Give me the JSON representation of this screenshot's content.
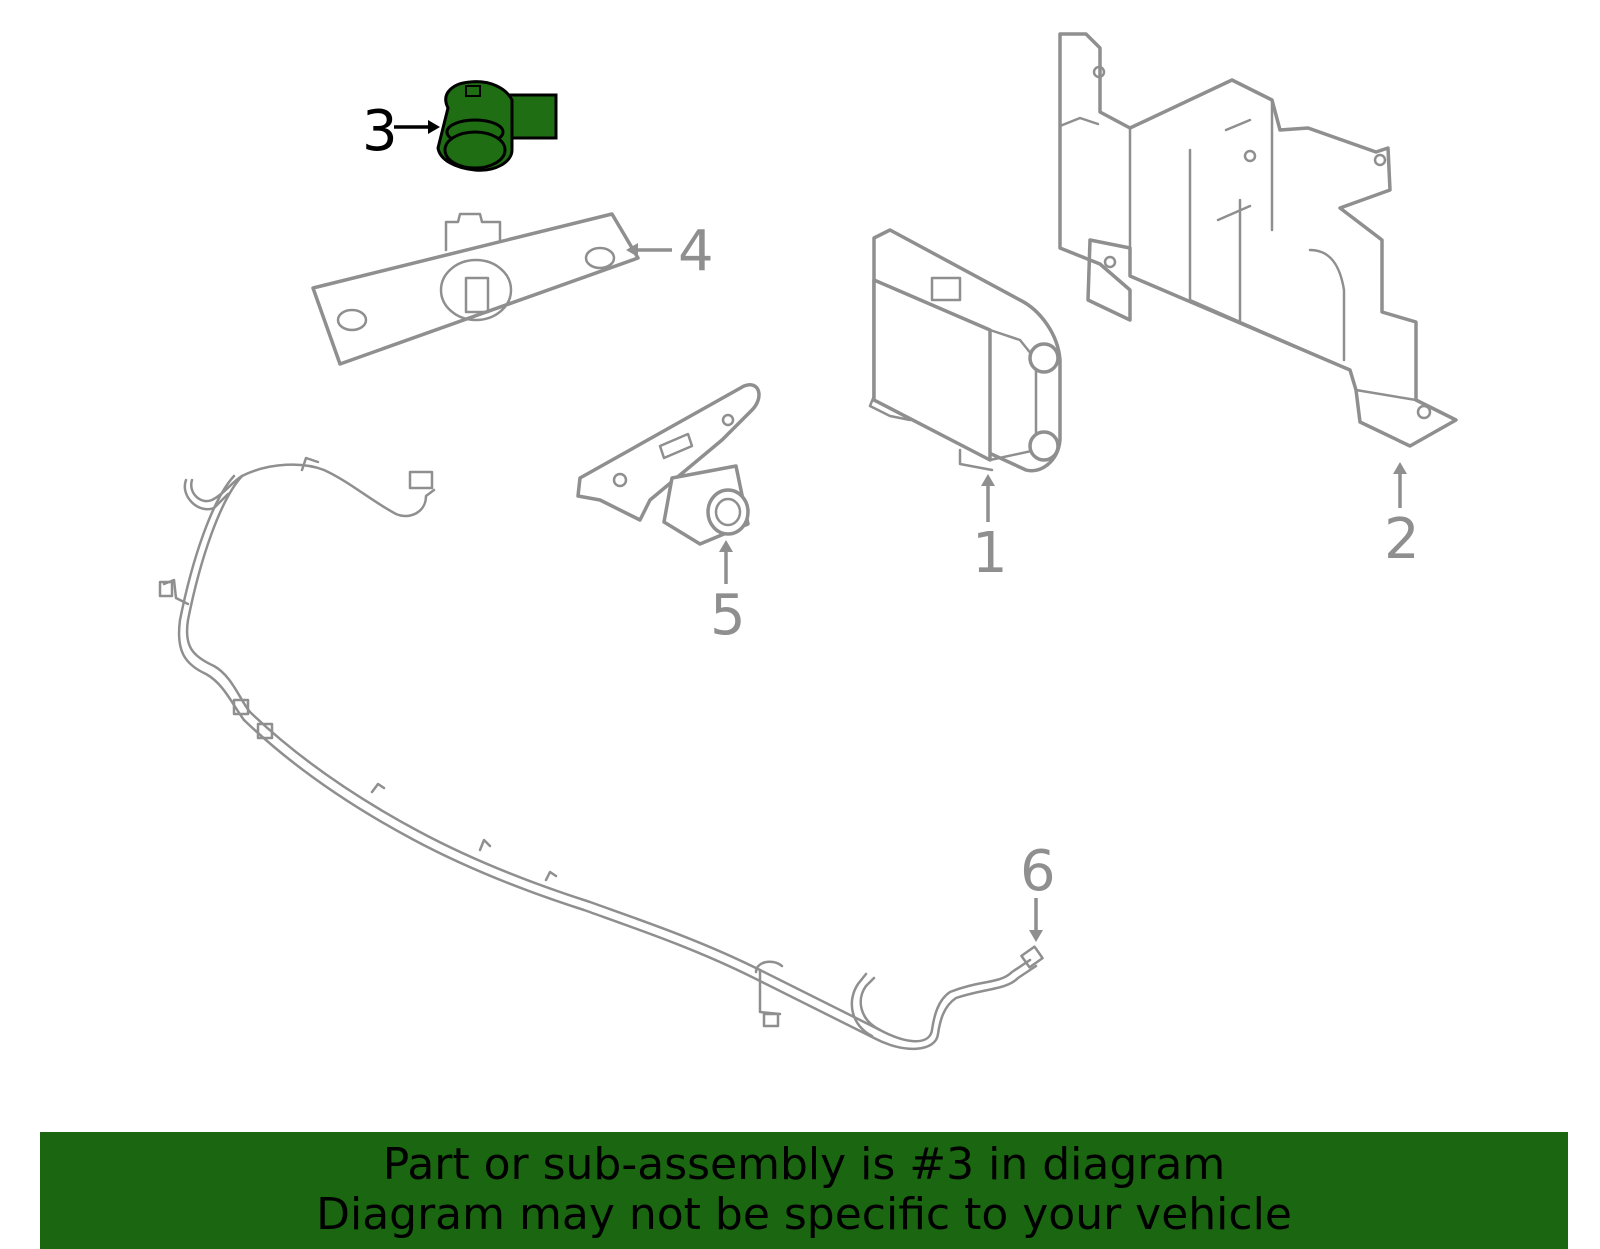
{
  "colors": {
    "highlight_part": "#1f6e14",
    "banner_background": "#1b6610",
    "part_outline": "#8f8f8f"
  },
  "callouts": {
    "c1": "1",
    "c2": "2",
    "c3": "3",
    "c4": "4",
    "c5": "5",
    "c6": "6"
  },
  "highlighted_callout": "3",
  "banner": {
    "line1": "Part or sub-assembly is #3 in diagram",
    "line2": "Diagram may not be specific to your vehicle"
  }
}
